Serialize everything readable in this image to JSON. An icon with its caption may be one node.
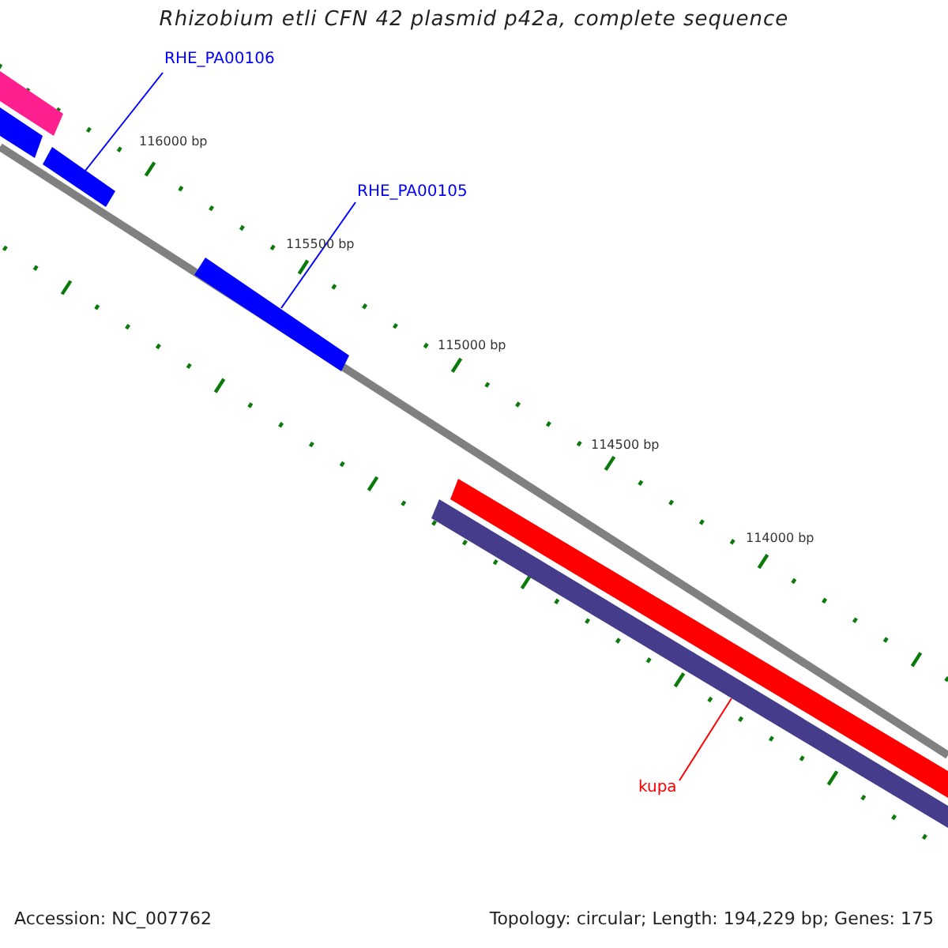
{
  "diagram": {
    "title": "Rhizobium etli CFN 42 plasmid p42a, complete sequence",
    "nodes": [
      {
        "text": [
          "RHE_PA00106"
        ]
      },
      {
        "text": [],
        "shape": "bar"
      },
      {
        "text": [
          "RHE_PA00105"
        ]
      },
      {
        "text": [],
        "shape": "bar"
      },
      {
        "text": [
          "kupa"
        ]
      },
      {
        "text": [],
        "shape": "bar"
      }
    ],
    "edges": [
      {
        "from": 0,
        "to": 1,
        "arrow": "none"
      },
      {
        "from": 2,
        "to": 3,
        "arrow": "none"
      },
      {
        "from": 4,
        "to": 5,
        "arrow": "none",
        "color": "#ff0000"
      }
    ],
    "labels": [
      "116000 bp",
      "115500 bp",
      "115000 bp",
      "114500 bp",
      "114000 bp",
      "Accession: NC_007762",
      "Topology: circular; Length: 194,229 bp; Genes: 175"
    ]
  }
}
